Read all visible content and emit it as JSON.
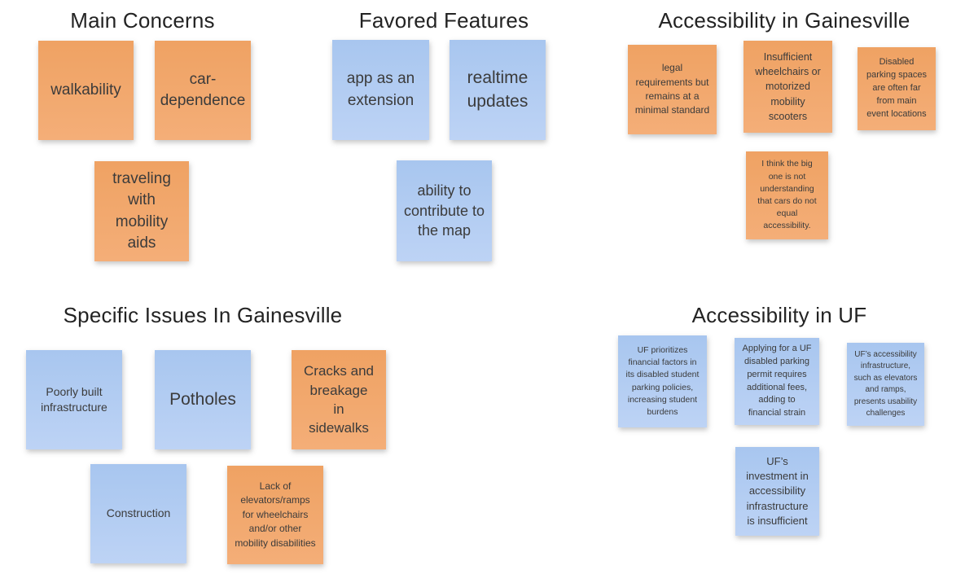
{
  "board": {
    "background": "#ffffff",
    "note_colors": {
      "orange": "#F0A668",
      "blue": "#AECBF1"
    },
    "note_text_color": "#3B3B3B",
    "title_text_color": "#232323"
  },
  "groups": [
    {
      "title": "Main Concerns",
      "notes": [
        {
          "text": "walkability",
          "color": "orange"
        },
        {
          "text": "car-dependence",
          "color": "orange"
        },
        {
          "text": "traveling with mobility aids",
          "color": "orange"
        }
      ]
    },
    {
      "title": "Favored Features",
      "notes": [
        {
          "text": "app as an extension",
          "color": "blue"
        },
        {
          "text": "realtime updates",
          "color": "blue"
        },
        {
          "text": "ability to contribute to the map",
          "color": "blue"
        }
      ]
    },
    {
      "title": "Accessibility in Gainesville",
      "notes": [
        {
          "text": "legal requirements but remains at a minimal standard",
          "color": "orange"
        },
        {
          "text": "Insufficient wheelchairs or motorized mobility scooters",
          "color": "orange"
        },
        {
          "text": "Disabled parking spaces are often far from main event locations",
          "color": "orange"
        },
        {
          "text": "I think the big one is not understanding that cars do not equal accessibility.",
          "color": "orange"
        }
      ]
    },
    {
      "title": "Specific Issues In Gainesville",
      "notes": [
        {
          "text": "Poorly built infrastructure",
          "color": "blue"
        },
        {
          "text": "Potholes",
          "color": "blue"
        },
        {
          "text": "Cracks and breakage in sidewalks",
          "color": "orange"
        },
        {
          "text": "Construction",
          "color": "blue"
        },
        {
          "text": "Lack of elevators/ramps for wheelchairs and/or other mobility disabilities",
          "color": "orange"
        }
      ]
    },
    {
      "title": "Accessibility in UF",
      "notes": [
        {
          "text": "UF prioritizes financial factors in its disabled student parking policies, increasing student burdens",
          "color": "blue"
        },
        {
          "text": "Applying for a UF disabled parking permit requires additional fees, adding to financial strain",
          "color": "blue"
        },
        {
          "text": "UF’s accessibility infrastructure, such as elevators and ramps, presents usability challenges",
          "color": "blue"
        },
        {
          "text": "UF’s investment in accessibility infrastructure is insufficient",
          "color": "blue"
        }
      ]
    }
  ]
}
